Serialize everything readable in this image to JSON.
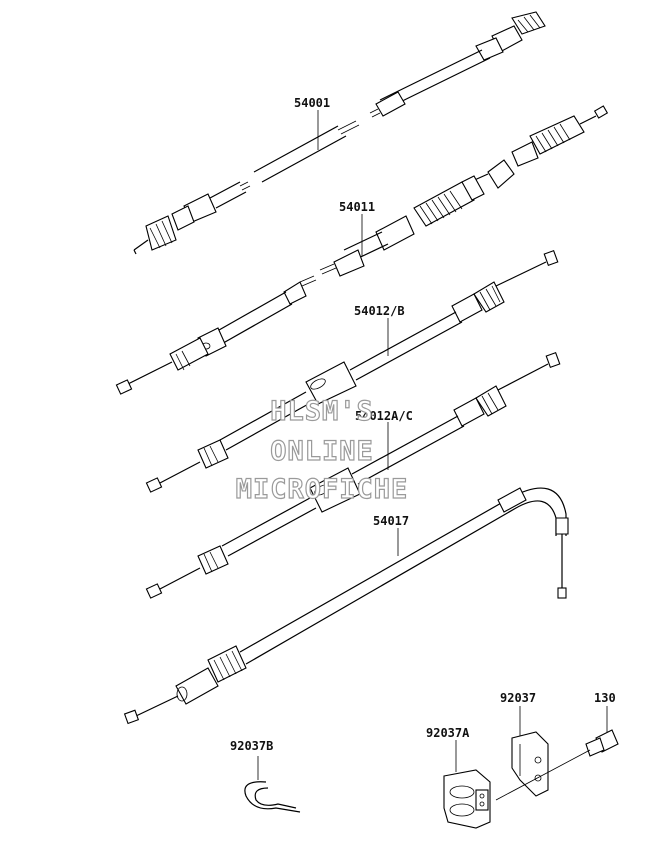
{
  "parts": [
    {
      "id": "p54001",
      "number": "54001"
    },
    {
      "id": "p54011",
      "number": "54011"
    },
    {
      "id": "p54012b",
      "number": "54012/B"
    },
    {
      "id": "p54012ac",
      "number": "54012A/C"
    },
    {
      "id": "p54017",
      "number": "54017"
    },
    {
      "id": "p92037",
      "number": "92037"
    },
    {
      "id": "p130",
      "number": "130"
    },
    {
      "id": "p92037a",
      "number": "92037A"
    },
    {
      "id": "p92037b",
      "number": "92037B"
    }
  ],
  "watermark": {
    "line1": "HLSM'S",
    "line2": "ONLINE",
    "line3": "MICROFICHE"
  }
}
